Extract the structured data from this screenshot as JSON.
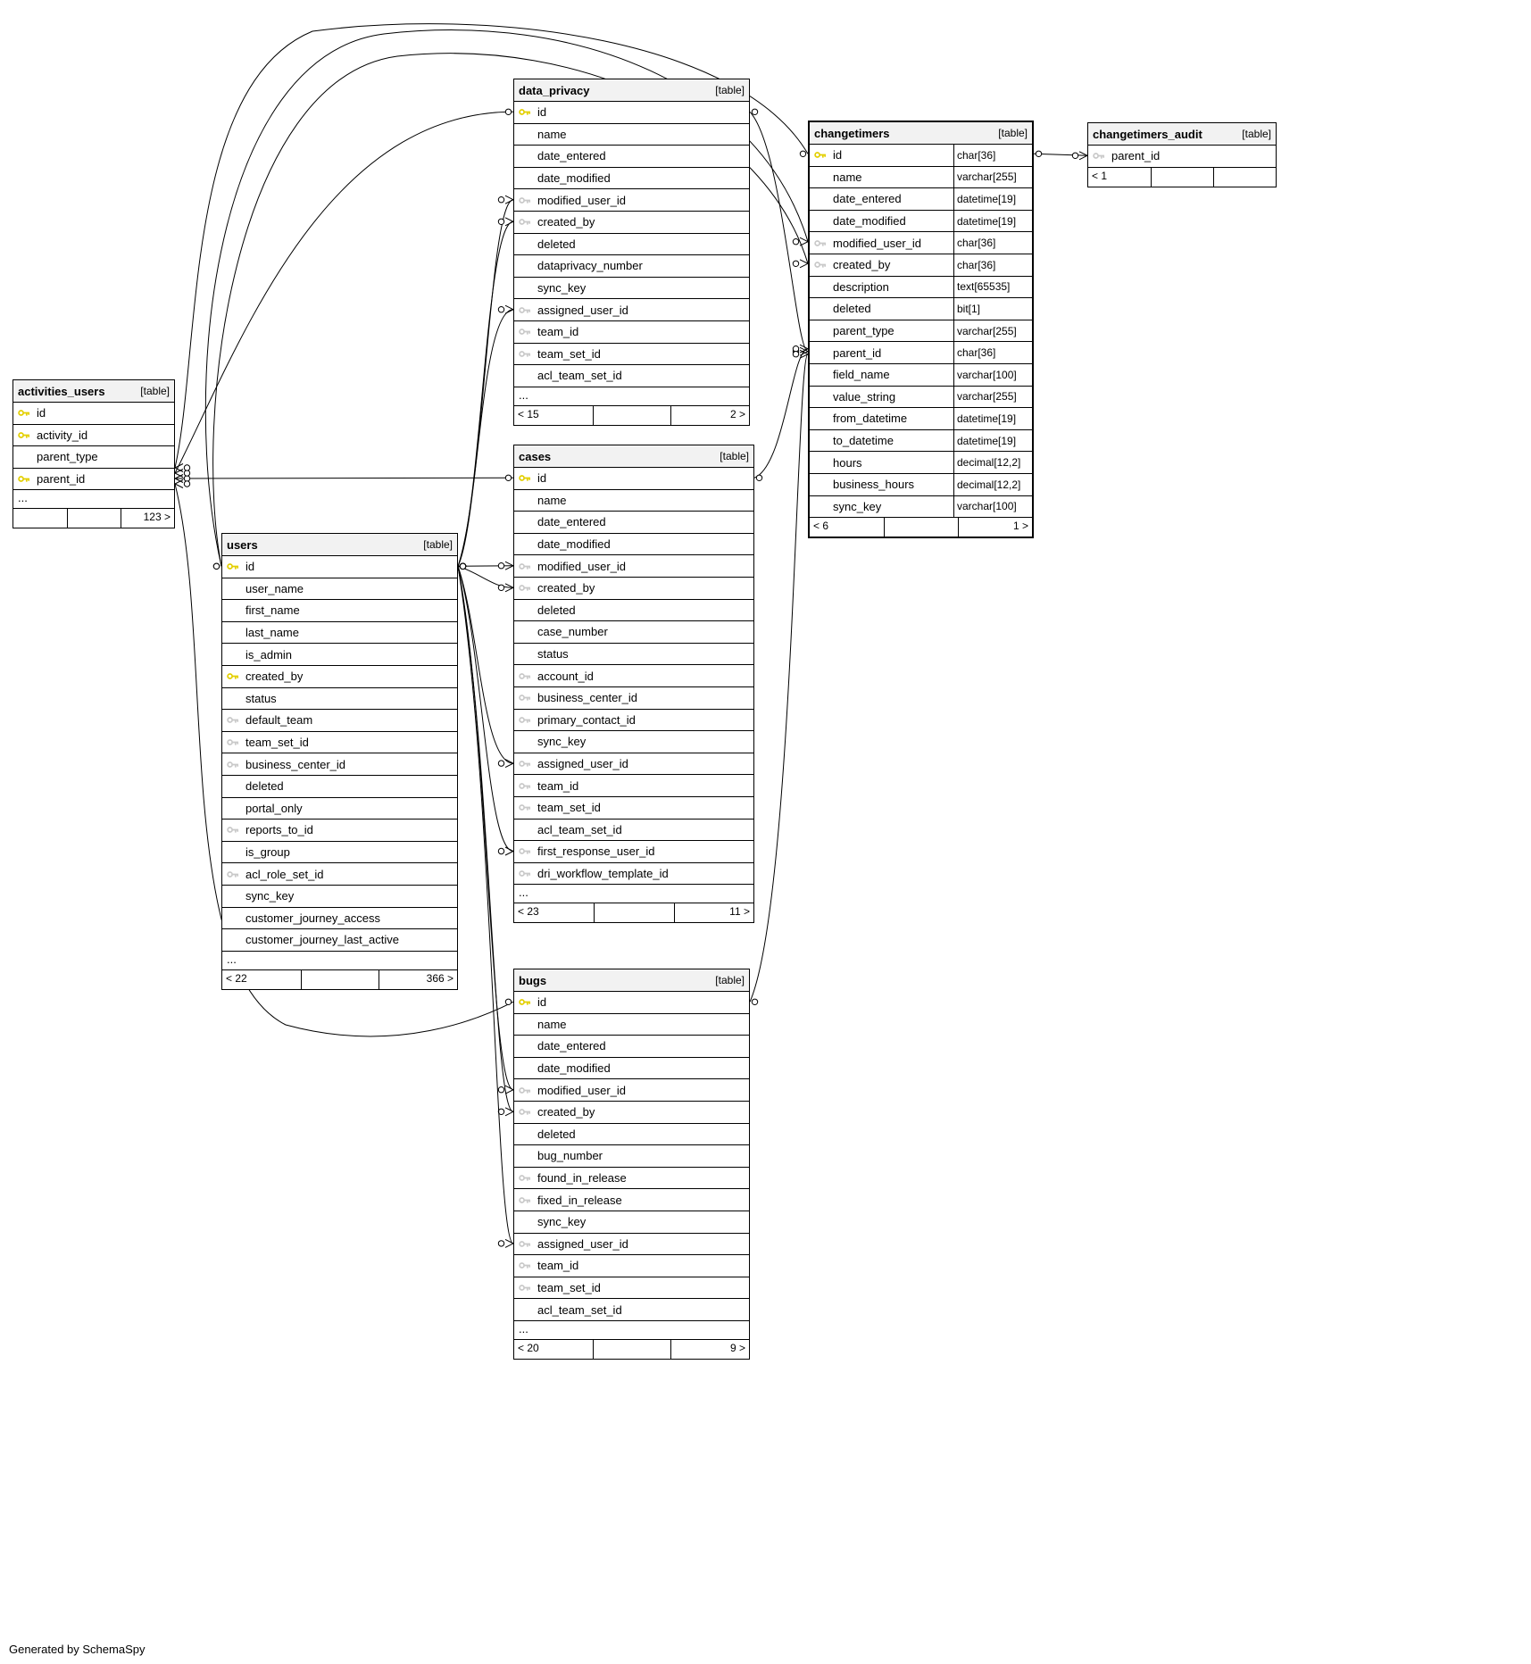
{
  "footer_note": "Generated by SchemaSpy",
  "labels": {
    "ellipsis": "..."
  },
  "colors": {
    "primary_key_icon": "#e3cf00",
    "foreign_key_icon": "#c9c9c9",
    "header_background": "#f2f2f2",
    "table_border": "#000000",
    "edge": "#000000",
    "background": "#ffffff"
  },
  "tables": [
    {
      "name": "activities_users",
      "type_label": "[table]",
      "emphasized": false,
      "ellipsis": true,
      "columns": [
        {
          "name": "id",
          "key": "pk"
        },
        {
          "name": "activity_id",
          "key": "pk"
        },
        {
          "name": "parent_type",
          "key": null
        },
        {
          "name": "parent_id",
          "key": "pk"
        }
      ],
      "footer": {
        "left": "",
        "center": "",
        "right": "123 >"
      }
    },
    {
      "name": "users",
      "type_label": "[table]",
      "emphasized": false,
      "ellipsis": true,
      "columns": [
        {
          "name": "id",
          "key": "pk"
        },
        {
          "name": "user_name",
          "key": null
        },
        {
          "name": "first_name",
          "key": null
        },
        {
          "name": "last_name",
          "key": null
        },
        {
          "name": "is_admin",
          "key": null
        },
        {
          "name": "created_by",
          "key": "pk"
        },
        {
          "name": "status",
          "key": null
        },
        {
          "name": "default_team",
          "key": "fk"
        },
        {
          "name": "team_set_id",
          "key": "fk"
        },
        {
          "name": "business_center_id",
          "key": "fk"
        },
        {
          "name": "deleted",
          "key": null
        },
        {
          "name": "portal_only",
          "key": null
        },
        {
          "name": "reports_to_id",
          "key": "fk"
        },
        {
          "name": "is_group",
          "key": null
        },
        {
          "name": "acl_role_set_id",
          "key": "fk"
        },
        {
          "name": "sync_key",
          "key": null
        },
        {
          "name": "customer_journey_access",
          "key": null
        },
        {
          "name": "customer_journey_last_active",
          "key": null
        }
      ],
      "footer": {
        "left": "< 22",
        "center": "",
        "right": "366 >"
      }
    },
    {
      "name": "data_privacy",
      "type_label": "[table]",
      "emphasized": false,
      "ellipsis": true,
      "columns": [
        {
          "name": "id",
          "key": "pk"
        },
        {
          "name": "name",
          "key": null
        },
        {
          "name": "date_entered",
          "key": null
        },
        {
          "name": "date_modified",
          "key": null
        },
        {
          "name": "modified_user_id",
          "key": "fk"
        },
        {
          "name": "created_by",
          "key": "fk"
        },
        {
          "name": "deleted",
          "key": null
        },
        {
          "name": "dataprivacy_number",
          "key": null
        },
        {
          "name": "sync_key",
          "key": null
        },
        {
          "name": "assigned_user_id",
          "key": "fk"
        },
        {
          "name": "team_id",
          "key": "fk"
        },
        {
          "name": "team_set_id",
          "key": "fk"
        },
        {
          "name": "acl_team_set_id",
          "key": null
        }
      ],
      "footer": {
        "left": "< 15",
        "center": "",
        "right": "2 >"
      }
    },
    {
      "name": "cases",
      "type_label": "[table]",
      "emphasized": false,
      "ellipsis": true,
      "columns": [
        {
          "name": "id",
          "key": "pk"
        },
        {
          "name": "name",
          "key": null
        },
        {
          "name": "date_entered",
          "key": null
        },
        {
          "name": "date_modified",
          "key": null
        },
        {
          "name": "modified_user_id",
          "key": "fk"
        },
        {
          "name": "created_by",
          "key": "fk"
        },
        {
          "name": "deleted",
          "key": null
        },
        {
          "name": "case_number",
          "key": null
        },
        {
          "name": "status",
          "key": null
        },
        {
          "name": "account_id",
          "key": "fk"
        },
        {
          "name": "business_center_id",
          "key": "fk"
        },
        {
          "name": "primary_contact_id",
          "key": "fk"
        },
        {
          "name": "sync_key",
          "key": null
        },
        {
          "name": "assigned_user_id",
          "key": "fk"
        },
        {
          "name": "team_id",
          "key": "fk"
        },
        {
          "name": "team_set_id",
          "key": "fk"
        },
        {
          "name": "acl_team_set_id",
          "key": null
        },
        {
          "name": "first_response_user_id",
          "key": "fk"
        },
        {
          "name": "dri_workflow_template_id",
          "key": "fk"
        }
      ],
      "footer": {
        "left": "< 23",
        "center": "",
        "right": "11 >"
      }
    },
    {
      "name": "bugs",
      "type_label": "[table]",
      "emphasized": false,
      "ellipsis": true,
      "columns": [
        {
          "name": "id",
          "key": "pk"
        },
        {
          "name": "name",
          "key": null
        },
        {
          "name": "date_entered",
          "key": null
        },
        {
          "name": "date_modified",
          "key": null
        },
        {
          "name": "modified_user_id",
          "key": "fk"
        },
        {
          "name": "created_by",
          "key": "fk"
        },
        {
          "name": "deleted",
          "key": null
        },
        {
          "name": "bug_number",
          "key": null
        },
        {
          "name": "found_in_release",
          "key": "fk"
        },
        {
          "name": "fixed_in_release",
          "key": "fk"
        },
        {
          "name": "sync_key",
          "key": null
        },
        {
          "name": "assigned_user_id",
          "key": "fk"
        },
        {
          "name": "team_id",
          "key": "fk"
        },
        {
          "name": "team_set_id",
          "key": "fk"
        },
        {
          "name": "acl_team_set_id",
          "key": null
        }
      ],
      "footer": {
        "left": "< 20",
        "center": "",
        "right": "9 >"
      }
    },
    {
      "name": "changetimers",
      "type_label": "[table]",
      "emphasized": true,
      "ellipsis": false,
      "columns": [
        {
          "name": "id",
          "key": "pk",
          "type": "char[36]"
        },
        {
          "name": "name",
          "key": null,
          "type": "varchar[255]"
        },
        {
          "name": "date_entered",
          "key": null,
          "type": "datetime[19]"
        },
        {
          "name": "date_modified",
          "key": null,
          "type": "datetime[19]"
        },
        {
          "name": "modified_user_id",
          "key": "fk",
          "type": "char[36]"
        },
        {
          "name": "created_by",
          "key": "fk",
          "type": "char[36]"
        },
        {
          "name": "description",
          "key": null,
          "type": "text[65535]"
        },
        {
          "name": "deleted",
          "key": null,
          "type": "bit[1]"
        },
        {
          "name": "parent_type",
          "key": null,
          "type": "varchar[255]"
        },
        {
          "name": "parent_id",
          "key": null,
          "type": "char[36]"
        },
        {
          "name": "field_name",
          "key": null,
          "type": "varchar[100]"
        },
        {
          "name": "value_string",
          "key": null,
          "type": "varchar[255]"
        },
        {
          "name": "from_datetime",
          "key": null,
          "type": "datetime[19]"
        },
        {
          "name": "to_datetime",
          "key": null,
          "type": "datetime[19]"
        },
        {
          "name": "hours",
          "key": null,
          "type": "decimal[12,2]"
        },
        {
          "name": "business_hours",
          "key": null,
          "type": "decimal[12,2]"
        },
        {
          "name": "sync_key",
          "key": null,
          "type": "varchar[100]"
        }
      ],
      "footer": {
        "left": "< 6",
        "center": "",
        "right": "1 >"
      }
    },
    {
      "name": "changetimers_audit",
      "type_label": "[table]",
      "emphasized": false,
      "ellipsis": false,
      "columns": [
        {
          "name": "parent_id",
          "key": "fk"
        }
      ],
      "footer": {
        "left": "< 1",
        "center": "",
        "right": ""
      }
    }
  ],
  "relationships": [
    {
      "child": "activities_users.parent_id",
      "parent": "cases.id"
    },
    {
      "child": "activities_users.parent_id",
      "parent": "data_privacy.id"
    },
    {
      "child": "activities_users.parent_id",
      "parent": "bugs.id"
    },
    {
      "child": "activities_users.parent_id",
      "parent": "changetimers.id"
    },
    {
      "child": "changetimers.modified_user_id",
      "parent": "users.id"
    },
    {
      "child": "changetimers.created_by",
      "parent": "users.id"
    },
    {
      "child": "data_privacy.modified_user_id",
      "parent": "users.id"
    },
    {
      "child": "data_privacy.created_by",
      "parent": "users.id"
    },
    {
      "child": "data_privacy.assigned_user_id",
      "parent": "users.id"
    },
    {
      "child": "cases.modified_user_id",
      "parent": "users.id"
    },
    {
      "child": "cases.created_by",
      "parent": "users.id"
    },
    {
      "child": "cases.assigned_user_id",
      "parent": "users.id"
    },
    {
      "child": "cases.first_response_user_id",
      "parent": "users.id"
    },
    {
      "child": "bugs.modified_user_id",
      "parent": "users.id"
    },
    {
      "child": "bugs.created_by",
      "parent": "users.id"
    },
    {
      "child": "bugs.assigned_user_id",
      "parent": "users.id"
    },
    {
      "child": "changetimers.parent_id",
      "parent": "data_privacy.id"
    },
    {
      "child": "changetimers.parent_id",
      "parent": "cases.id"
    },
    {
      "child": "changetimers.parent_id",
      "parent": "bugs.id"
    },
    {
      "child": "changetimers_audit.parent_id",
      "parent": "changetimers.id"
    }
  ]
}
